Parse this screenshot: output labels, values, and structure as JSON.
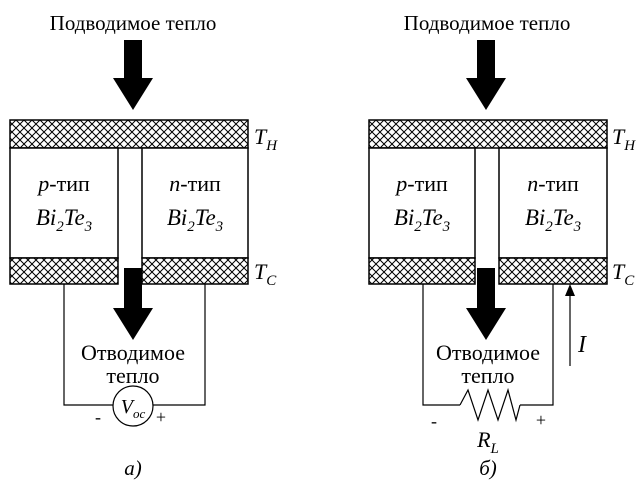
{
  "panels": [
    {
      "heat_in": "Подводимое тепло",
      "p_type": {
        "letter": "p",
        "suffix": "-тип"
      },
      "n_type": {
        "letter": "n",
        "suffix": "-тип"
      },
      "material": {
        "a": "Bi",
        "a_sub": "2",
        "b": "Te",
        "b_sub": "3"
      },
      "hot_temp": {
        "main": "T",
        "sub": "H"
      },
      "cold_temp": {
        "main": "T",
        "sub": "C"
      },
      "heat_out_line1": "Отводимое",
      "heat_out_line2": "тепло",
      "minus": "-",
      "plus": "+",
      "meter": {
        "main": "V",
        "sub": "oc"
      },
      "caption": "а)"
    },
    {
      "heat_in": "Подводимое тепло",
      "p_type": {
        "letter": "p",
        "suffix": "-тип"
      },
      "n_type": {
        "letter": "n",
        "suffix": "-тип"
      },
      "material": {
        "a": "Bi",
        "a_sub": "2",
        "b": "Te",
        "b_sub": "3"
      },
      "hot_temp": {
        "main": "T",
        "sub": "H"
      },
      "cold_temp": {
        "main": "T",
        "sub": "C"
      },
      "heat_out_line1": "Отводимое",
      "heat_out_line2": "тепло",
      "minus": "-",
      "plus": "+",
      "current": "I",
      "load": {
        "main": "R",
        "sub": "L"
      },
      "caption": "б)"
    }
  ]
}
